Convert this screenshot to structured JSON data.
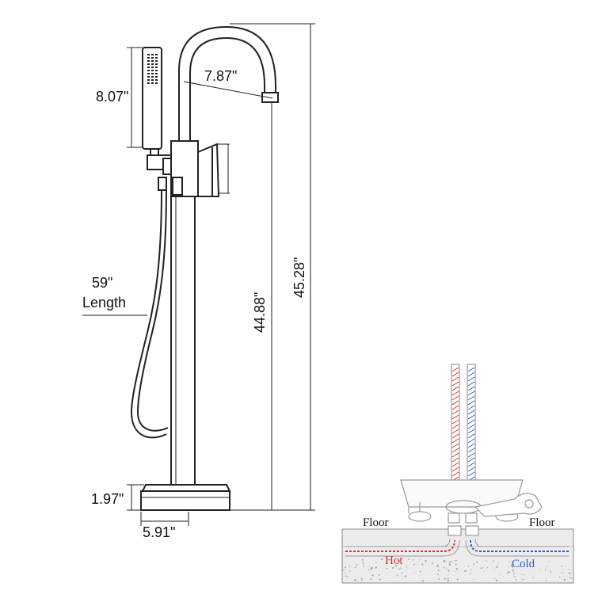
{
  "dimensions": {
    "handshower_length": "8.07\"",
    "spout_reach": "7.87\"",
    "hose_length_value": "59\"",
    "hose_length_label": "Length",
    "spout_height": "44.88\"",
    "overall_height": "45.28\"",
    "base_height": "1.97\"",
    "base_width": "5.91\""
  },
  "inset": {
    "floor_left": "Floor",
    "floor_right": "Floor",
    "hot_label": "Hot",
    "cold_label": "Cold"
  },
  "colors": {
    "line": "#222222",
    "hot": "#d9342b",
    "cold": "#2a62c9",
    "inset_line": "#9a9a9a",
    "floor_fill": "#ececec"
  }
}
